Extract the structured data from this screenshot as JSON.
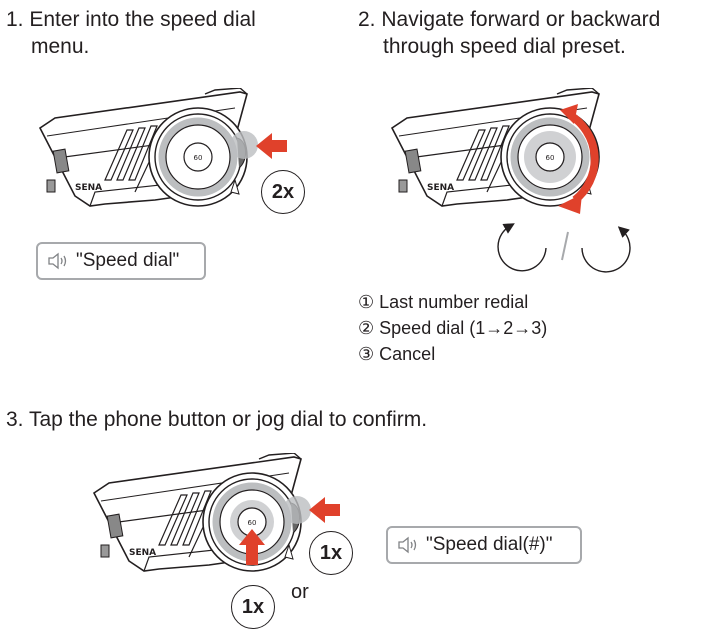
{
  "steps": [
    {
      "label": "1. Enter into the speed dial",
      "label2": "menu."
    },
    {
      "label": "2. Navigate forward or backward",
      "label2": "through speed dial preset."
    },
    {
      "label": "3. Tap the phone button or jog dial to confirm."
    }
  ],
  "device": {
    "brand": "SENA",
    "model": "60"
  },
  "voice_prompts": [
    "\"Speed dial\"",
    "\"Speed dial(#)\""
  ],
  "press_counts": [
    "2x",
    "1x",
    "1x"
  ],
  "or_label": "or",
  "options": [
    {
      "marker": "①",
      "label": "Last number redial"
    },
    {
      "marker": "②",
      "label": "Speed dial (1→2→3)"
    },
    {
      "marker": "③",
      "label": "Cancel"
    }
  ],
  "colors": {
    "arrow": "#e0412b",
    "highlight": "#bcbec0",
    "text": "#231f20",
    "box_border": "#a7a9ac"
  },
  "icons": [
    "speaker-icon",
    "counterclockwise-icon",
    "clockwise-icon",
    "press-arrow-icon",
    "rotate-arrow-icon"
  ]
}
